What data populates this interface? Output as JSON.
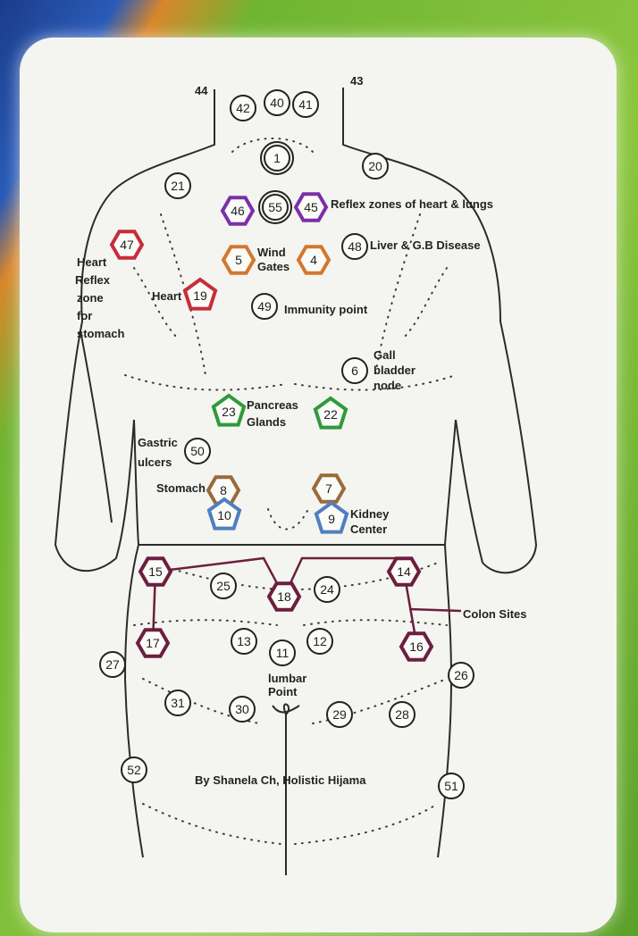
{
  "colors": {
    "black": "#222222",
    "purple": "#7b2fa8",
    "orange": "#d2782e",
    "red": "#c62d3b",
    "green": "#2e9b3a",
    "brown": "#9a6a3b",
    "blue": "#4f7fc0",
    "maroon": "#6b1f3f"
  },
  "points": [
    {
      "id": "40",
      "shape": "circle",
      "color": "black"
    },
    {
      "id": "41",
      "shape": "circle",
      "color": "black"
    },
    {
      "id": "42",
      "shape": "circle",
      "color": "black"
    },
    {
      "id": "1",
      "shape": "double-circle",
      "color": "black"
    },
    {
      "id": "20",
      "shape": "circle",
      "color": "black"
    },
    {
      "id": "21",
      "shape": "circle",
      "color": "black"
    },
    {
      "id": "46",
      "shape": "hexagon",
      "color": "purple"
    },
    {
      "id": "55",
      "shape": "double-circle",
      "color": "black"
    },
    {
      "id": "45",
      "shape": "hexagon",
      "color": "purple"
    },
    {
      "id": "47",
      "shape": "hexagon",
      "color": "red"
    },
    {
      "id": "5",
      "shape": "hexagon",
      "color": "orange"
    },
    {
      "id": "4",
      "shape": "hexagon",
      "color": "orange"
    },
    {
      "id": "48",
      "shape": "circle",
      "color": "black"
    },
    {
      "id": "19",
      "shape": "pentagon",
      "color": "red"
    },
    {
      "id": "49",
      "shape": "circle",
      "color": "black"
    },
    {
      "id": "6",
      "shape": "circle",
      "color": "black"
    },
    {
      "id": "23",
      "shape": "pentagon",
      "color": "green"
    },
    {
      "id": "22",
      "shape": "pentagon",
      "color": "green"
    },
    {
      "id": "50",
      "shape": "circle",
      "color": "black"
    },
    {
      "id": "8",
      "shape": "hexagon",
      "color": "brown"
    },
    {
      "id": "7",
      "shape": "hexagon",
      "color": "brown"
    },
    {
      "id": "10",
      "shape": "pentagon",
      "color": "blue"
    },
    {
      "id": "9",
      "shape": "pentagon",
      "color": "blue"
    },
    {
      "id": "15",
      "shape": "hexagon",
      "color": "maroon"
    },
    {
      "id": "14",
      "shape": "hexagon",
      "color": "maroon"
    },
    {
      "id": "25",
      "shape": "circle",
      "color": "black"
    },
    {
      "id": "18",
      "shape": "hexagon",
      "color": "maroon"
    },
    {
      "id": "24",
      "shape": "circle",
      "color": "black"
    },
    {
      "id": "17",
      "shape": "hexagon",
      "color": "maroon"
    },
    {
      "id": "16",
      "shape": "hexagon",
      "color": "maroon"
    },
    {
      "id": "13",
      "shape": "circle",
      "color": "black"
    },
    {
      "id": "11",
      "shape": "circle",
      "color": "black"
    },
    {
      "id": "12",
      "shape": "circle",
      "color": "black"
    },
    {
      "id": "27",
      "shape": "circle",
      "color": "black"
    },
    {
      "id": "26",
      "shape": "circle",
      "color": "black"
    },
    {
      "id": "31",
      "shape": "circle",
      "color": "black"
    },
    {
      "id": "30",
      "shape": "circle",
      "color": "black"
    },
    {
      "id": "29",
      "shape": "circle",
      "color": "black"
    },
    {
      "id": "28",
      "shape": "circle",
      "color": "black"
    },
    {
      "id": "52",
      "shape": "circle",
      "color": "black"
    },
    {
      "id": "51",
      "shape": "circle",
      "color": "black"
    }
  ],
  "plain_numbers": {
    "n44": "44",
    "n43": "43"
  },
  "labels": {
    "reflex_heart_lungs": "Reflex zones of heart & lungs",
    "liver": "Liver & G.B Disease",
    "heart_reflex_1": "Heart",
    "heart_reflex_2": "Reflex",
    "heart_reflex_3": "zone",
    "heart_reflex_4": "for",
    "heart_reflex_5": "stomach",
    "heart": "Heart",
    "wind_1": "Wind",
    "wind_2": "Gates",
    "immunity": "Immunity point",
    "gall_1": "Gall",
    "gall_2": "bladder",
    "gall_3": "node",
    "pancreas_1": "Pancreas",
    "pancreas_2": "Glands",
    "gastric_1": "Gastric",
    "gastric_2": "ulcers",
    "stomach": "Stomach",
    "kidney_1": "Kidney",
    "kidney_2": "Center",
    "colon": "Colon Sites",
    "lumbar_1": "lumbar",
    "lumbar_2": "Point",
    "credit": "By Shanela Ch, Holistic Hijama"
  }
}
